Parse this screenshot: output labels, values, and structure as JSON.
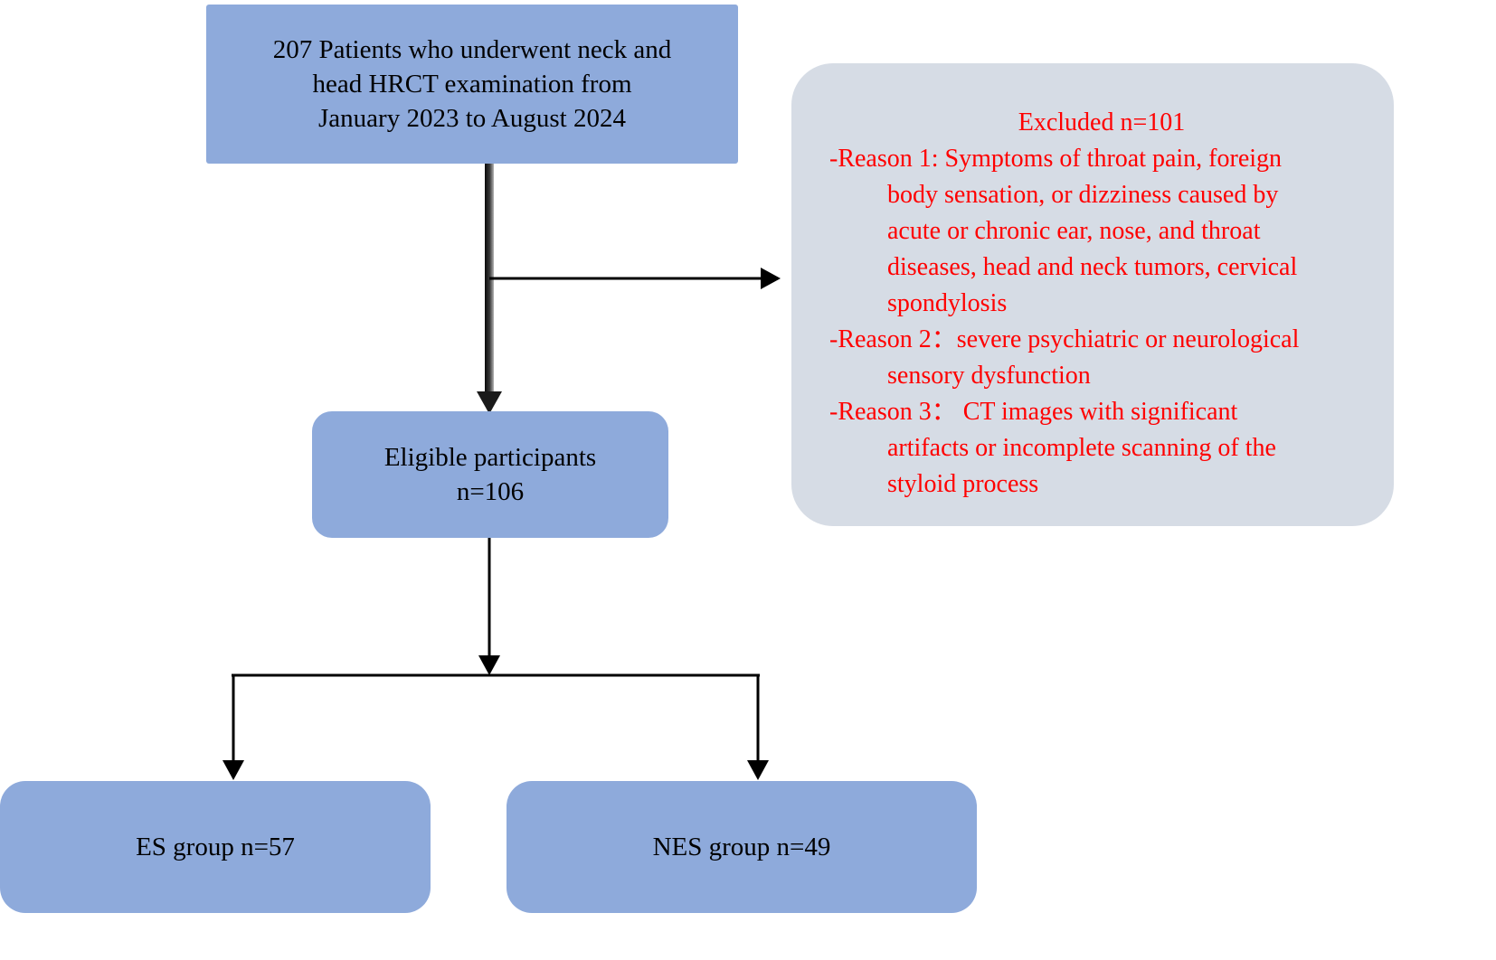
{
  "title": "Patient enrollment flowchart",
  "colors": {
    "node-blue": "#8EAADB",
    "node-gray": "#D6DCE5",
    "text-red": "#FF0000",
    "text-black": "#000000",
    "line-black": "#000000"
  },
  "nodes": {
    "patients": {
      "text": "207 Patients who underwent neck and\nhead HRCT examination from\nJanuary 2023 to August 2024"
    },
    "excluded": {
      "title": "Excluded n=101",
      "reasons": [
        "-Reason 1: Symptoms of throat pain, foreign\nbody sensation, or dizziness caused by\nacute or chronic ear, nose, and throat\ndiseases, head and neck tumors, cervical\nspondylosis",
        "-Reason 2：severe psychiatric or neurological\nsensory dysfunction",
        "-Reason 3： CT images with significant\nartifacts or incomplete scanning of the\nstyloid process"
      ]
    },
    "eligible": {
      "text": "Eligible participants\nn=106"
    },
    "es_group": {
      "text": "ES group n=57"
    },
    "nes_group": {
      "text": "NES group n=49"
    }
  },
  "edges": [
    {
      "from": "patients",
      "to": "eligible"
    },
    {
      "from": "patients",
      "to": "excluded"
    },
    {
      "from": "eligible",
      "to": "es_group"
    },
    {
      "from": "eligible",
      "to": "nes_group"
    }
  ]
}
